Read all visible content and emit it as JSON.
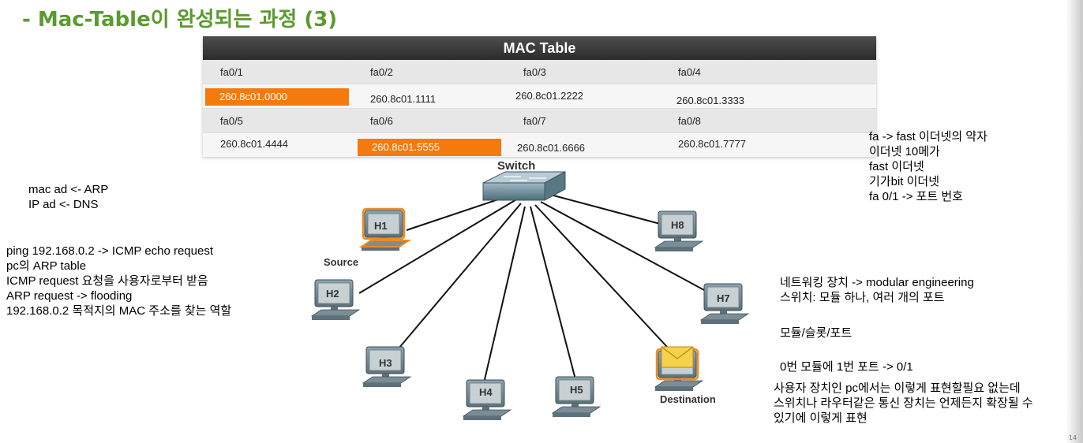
{
  "title": "- Mac-Table이 완성되는 과정 (3)",
  "colors": {
    "title": "#5a9a2f",
    "highlight": "#f47a0e",
    "header_bg": "#333333"
  },
  "mac_table": {
    "header": "MAC Table",
    "ports_row1": [
      "fa0/1",
      "fa0/2",
      "fa0/3",
      "fa0/4"
    ],
    "addrs_row1": [
      "260.8c01.0000",
      "260.8c01.1111",
      "260.8c01.2222",
      "260.8c01.3333"
    ],
    "ports_row2": [
      "fa0/5",
      "fa0/6",
      "fa0/7",
      "fa0/8"
    ],
    "addrs_row2": [
      "260.8c01.4444",
      "260.8c01.5555",
      "260.8c01.6666",
      "260.8c01.7777"
    ],
    "highlighted": [
      "260.8c01.0000",
      "260.8c01.5555"
    ]
  },
  "diagram": {
    "switch_label": "Switch",
    "hosts": [
      "H1",
      "H2",
      "H3",
      "H4",
      "H5",
      "H7",
      "H8"
    ],
    "source_label": "Source",
    "destination_label": "Destination",
    "icons": [
      "switch-icon",
      "computer-icon",
      "envelope-icon"
    ]
  },
  "notes": {
    "left_top": [
      "mac ad <- ARP",
      "IP ad <- DNS"
    ],
    "left_mid": [
      "ping 192.168.0.2 -> ICMP echo request",
      "pc의 ARP table",
      "ICMP request 요청을 사용자로부터 받음",
      "ARP request -> flooding",
      "192.168.0.2 목적지의 MAC 주소를 찾는 역할"
    ],
    "right_top": [
      "fa -> fast 이더넷의 약자",
      "이더넷 10메가",
      "fast 이더넷",
      "기가bit 이더넷",
      "fa 0/1 -> 포트 번호"
    ],
    "right_mid": [
      "네트워킹 장치 -> modular engineering",
      "스위치: 모듈 하나, 여러 개의 포트"
    ],
    "right_slot": "모듈/슬롯/포트",
    "right_port": "0번 모듈에 1번 포트 -> 0/1",
    "right_bottom": [
      "사용자 장치인 pc에서는 이렇게 표현할필요 없는데",
      "스위치나 라우터같은 통신 장치는 언제든지 확장될 수",
      "있기에 이렇게 표현"
    ]
  },
  "page_number": "14"
}
